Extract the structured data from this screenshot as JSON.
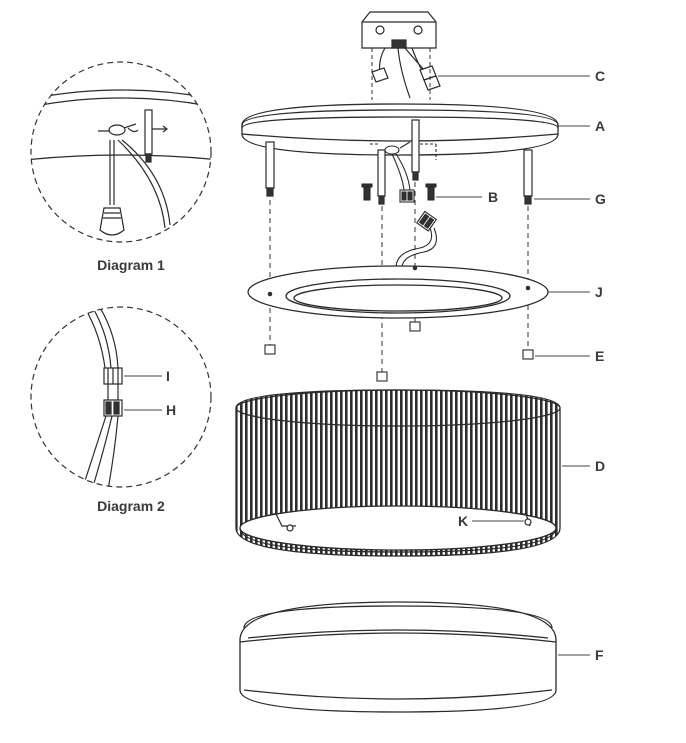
{
  "diagram_labels": {
    "diagram1": "Diagram 1",
    "diagram2": "Diagram 2"
  },
  "callouts": {
    "A": "A",
    "B": "B",
    "C": "C",
    "D": "D",
    "E": "E",
    "F": "F",
    "G": "G",
    "H": "H",
    "I": "I",
    "J": "J",
    "K": "K"
  },
  "colors": {
    "line": "#2b2b2b",
    "shade": "#3a3a3a",
    "leader": "#444444",
    "fill_light": "#f2f2f2"
  }
}
